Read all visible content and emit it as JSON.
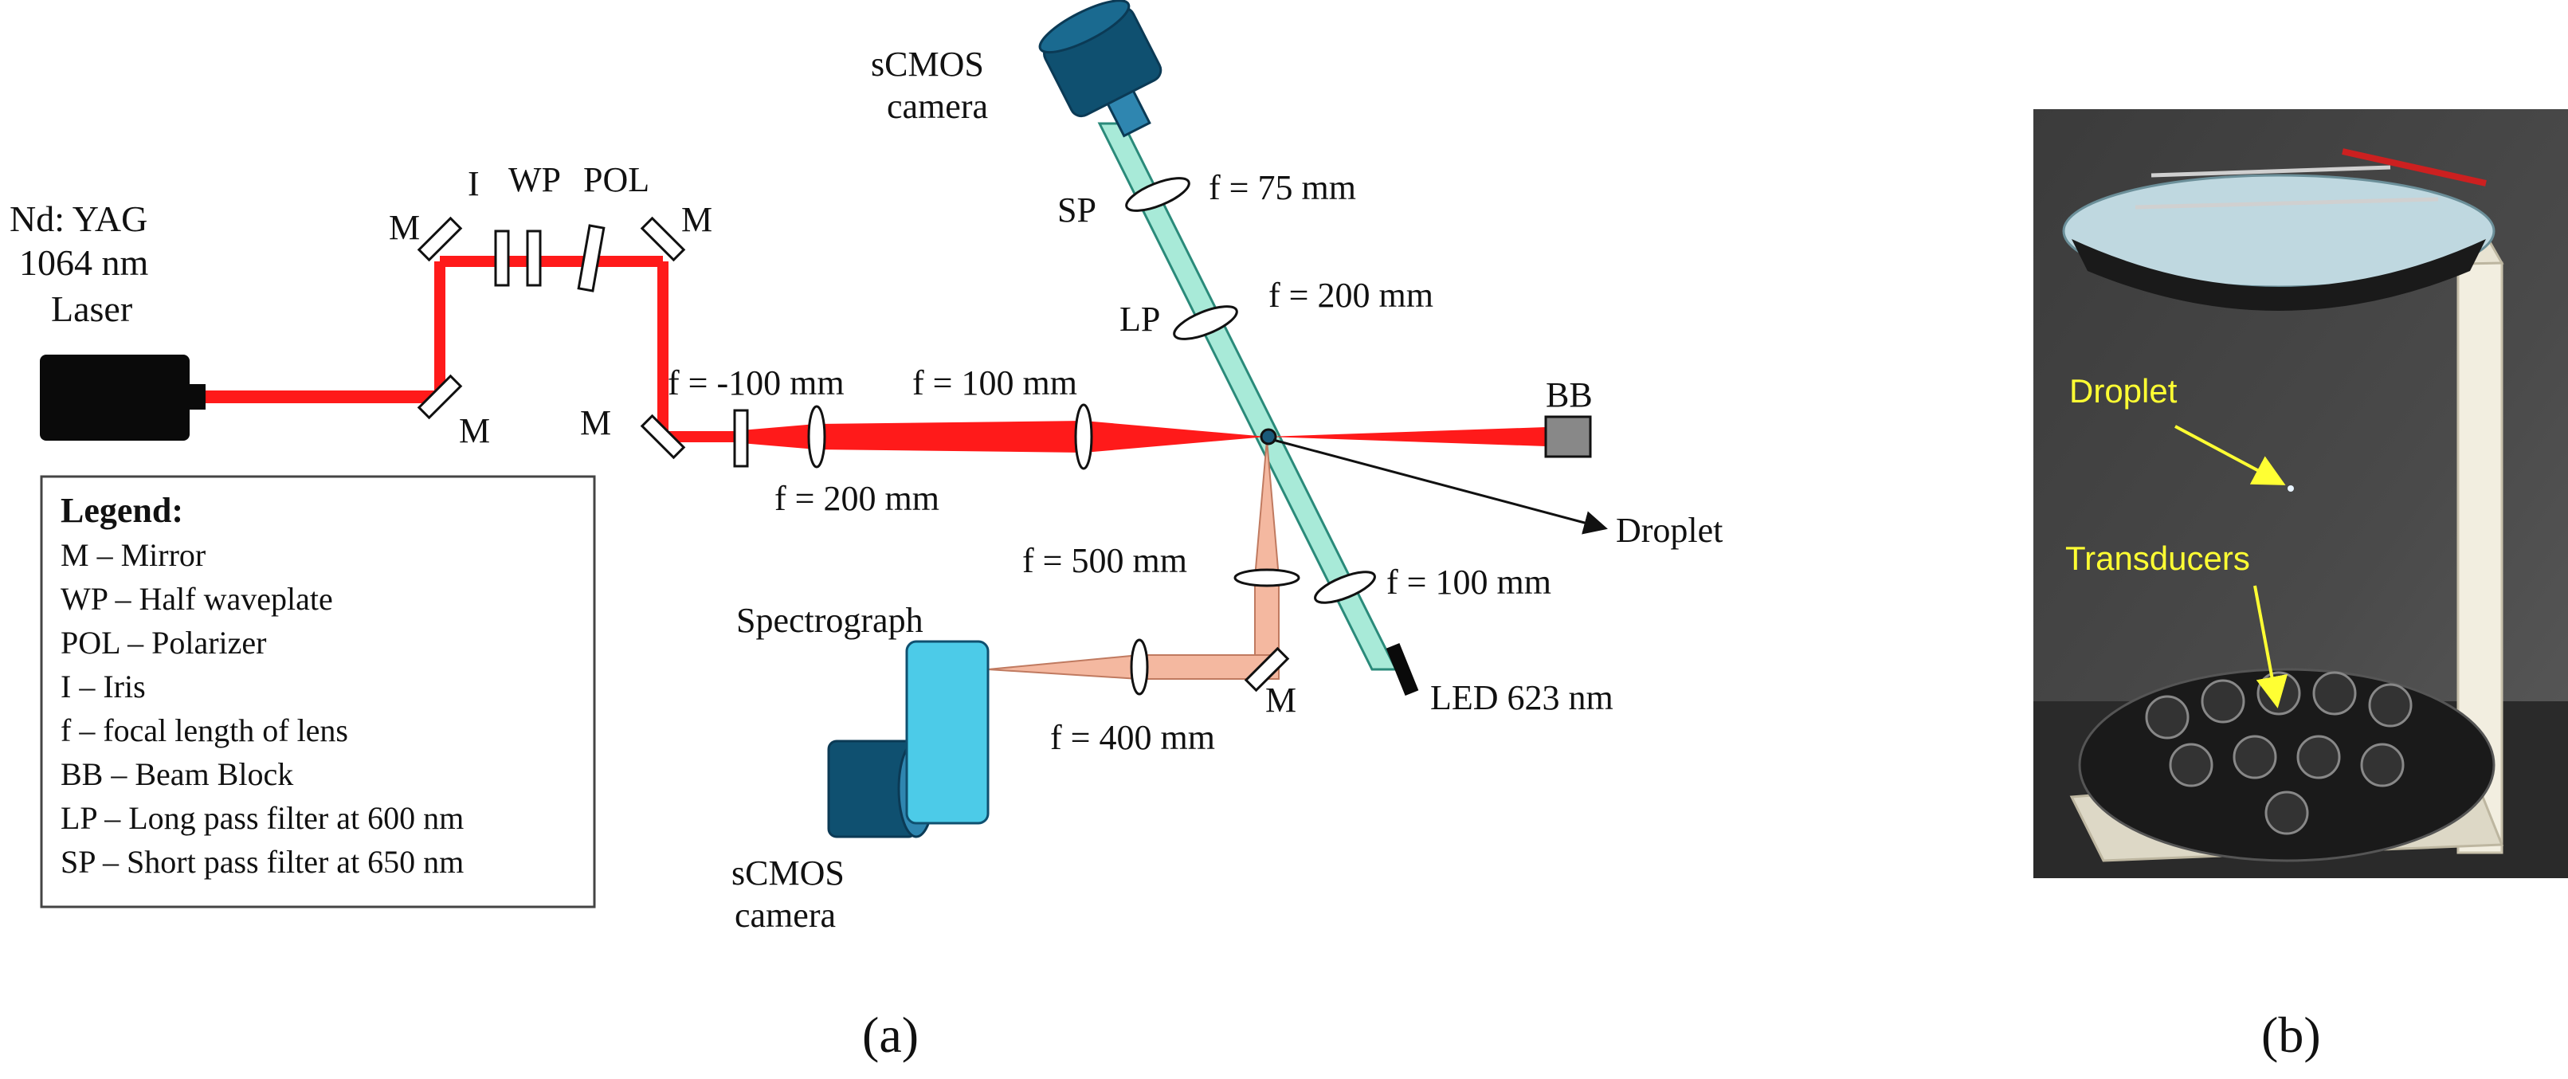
{
  "colors": {
    "laser_beam": "#ff1a1a",
    "imaging_beam": "#a8ead8",
    "raman_beam": "#f4b8a0",
    "camera_dark": "#0f5070",
    "camera_light": "#2f86b0",
    "spectrograph": "#4ccbe8",
    "photo_label": "#ffff33"
  },
  "panel_a": {
    "laser": {
      "label_1": "Nd: YAG",
      "label_2": "1064 nm",
      "label_3": "Laser"
    },
    "optics": {
      "m_a": "M",
      "m_b": "M",
      "m_c": "M",
      "m_d": "M",
      "m_e": "M",
      "iris": "I",
      "waveplate": "WP",
      "polarizer": "POL",
      "lens_neg100": "f = -100 mm",
      "lens_100_top": "f = 100 mm",
      "lens_200_bottom": "f = 200 mm",
      "beam_block": "BB",
      "droplet_arrow": "Droplet",
      "lens_500": "f = 500 mm",
      "lens_400": "f = 400 mm",
      "lens_100_right": "f = 100 mm",
      "led": "LED 623 nm",
      "spectrograph": "Spectrograph",
      "camera_bottom_1": "sCMOS",
      "camera_bottom_2": "camera",
      "camera_top_1": "sCMOS",
      "camera_top_2": "camera",
      "sp": "SP",
      "lp": "LP",
      "lens_75": "f = 75 mm",
      "lens_200_top": "f = 200 mm"
    },
    "legend": {
      "title": "Legend:",
      "items": [
        "M – Mirror",
        "WP – Half waveplate",
        "POL – Polarizer",
        "I – Iris",
        "f – focal length of lens",
        "BB – Beam Block",
        "LP – Long pass filter at 600 nm",
        "SP – Short pass filter at 650 nm"
      ]
    },
    "caption": "(a)"
  },
  "panel_b": {
    "droplet_label": "Droplet",
    "transducers_label": "Transducers",
    "caption": "(b)"
  }
}
